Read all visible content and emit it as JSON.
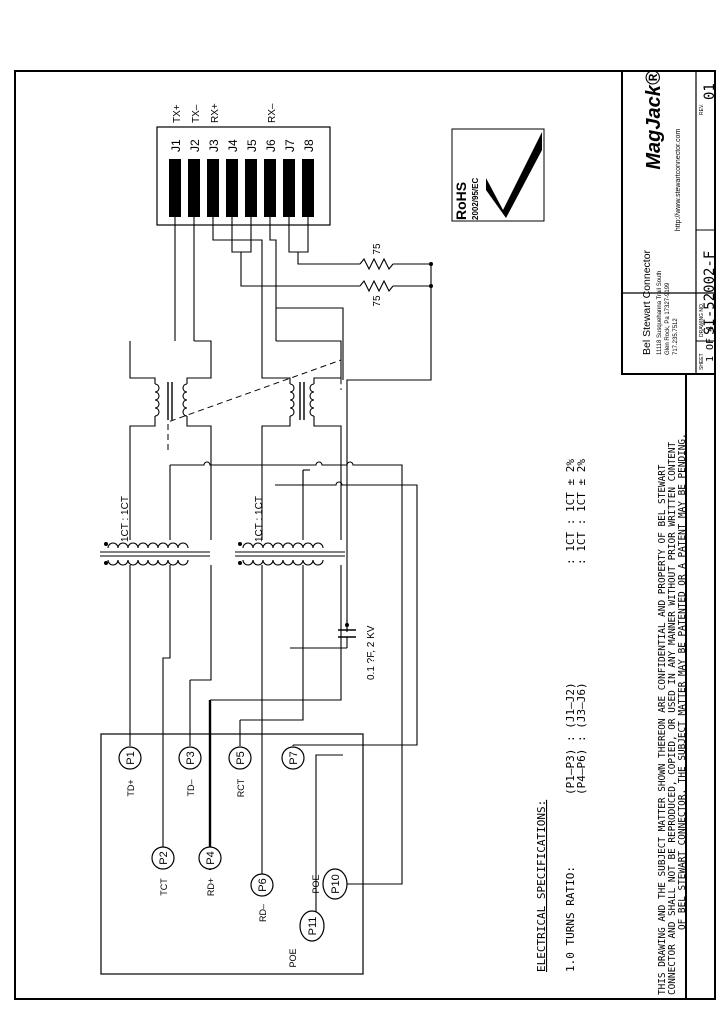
{
  "title_block": {
    "company": "Bel Stewart Connector",
    "address1": "11118 Susquehanna Trail South",
    "address2": "Glen Rock, Pa  17327-9199",
    "phone": "717.235.7512",
    "logo_text": "MagJack®",
    "url": "http://www.stewartconnector.com",
    "sheet_label": "SHEET",
    "sheet_value": "1  OF 4",
    "drawing_label": "DRAWING NO.",
    "drawing_no": "SI-52002-F",
    "rev_label": "REV.",
    "rev": "01"
  },
  "rohs": {
    "text": "RoHS",
    "directive": "2002/95/EC"
  },
  "jack_pins": [
    {
      "pin": "J1",
      "signal": "TX+"
    },
    {
      "pin": "J2",
      "signal": "TX–"
    },
    {
      "pin": "J3",
      "signal": "RX+"
    },
    {
      "pin": "J4",
      "signal": ""
    },
    {
      "pin": "J5",
      "signal": ""
    },
    {
      "pin": "J6",
      "signal": "RX–"
    },
    {
      "pin": "J7",
      "signal": ""
    },
    {
      "pin": "J8",
      "signal": ""
    }
  ],
  "resistors": [
    {
      "label": "75"
    },
    {
      "label": "75"
    }
  ],
  "capacitor": {
    "label": "0.1 ?F,  2 KV"
  },
  "transformers": [
    {
      "ratio": "1CT : 1CT"
    },
    {
      "ratio": "1CT : 1CT"
    }
  ],
  "pcb_pins": [
    {
      "id": "P1",
      "label": "TD+"
    },
    {
      "id": "P2",
      "label": "TCT"
    },
    {
      "id": "P3",
      "label": "TD–"
    },
    {
      "id": "P4",
      "label": "RD+"
    },
    {
      "id": "P5",
      "label": "RCT"
    },
    {
      "id": "P6",
      "label": "RD–"
    },
    {
      "id": "P7",
      "label": ""
    },
    {
      "id": "P10",
      "label": "POE"
    },
    {
      "id": "P11",
      "label": "POE"
    }
  ],
  "specs": {
    "heading": "ELECTRICAL  SPECIFICATIONS:",
    "item": "1.0   TURNS  RATIO:",
    "row1_pins": "(P1–P3)  :  (J1–J2)",
    "row2_pins": "(P4–P6)  :  (J3–J6)",
    "row1_ratio": ":  1CT  :  1CT  ±  2%",
    "row2_ratio": ":  1CT  :  1CT  ±  2%"
  },
  "notice": {
    "line1": "THIS DRAWING AND THE SUBJECT MATTER SHOWN THEREON ARE CONFIDENTIAL AND PROPERTY OF BEL STEWART",
    "line2": "CONNECTOR AND SHALL NOT BE REPRODUCED, COPIED, OR USED IN ANY MANNER WITHOUT PRIOR WRITTEN CONTENT",
    "line3": "OF BEL STEWART CONNECTOR.  THE SUBJECT MATTER MAY BE PATENTED OR A PATENT MAY BE PENDING."
  }
}
